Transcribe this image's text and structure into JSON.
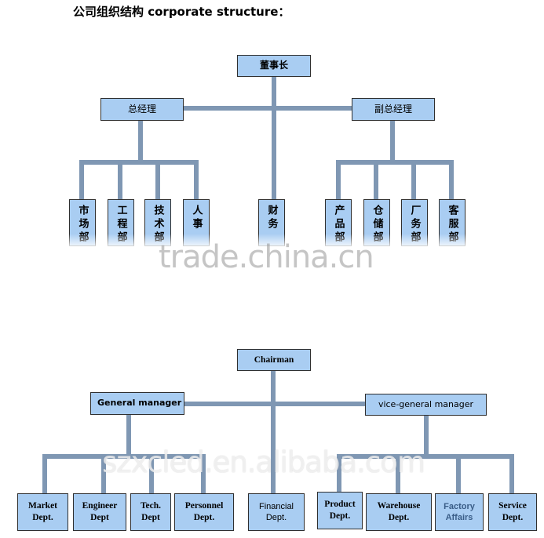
{
  "title": "公司组织结构 corporate structure：",
  "cn": {
    "chairman": "董事长",
    "general_manager": "总经理",
    "vice_general_manager": "副总经理",
    "departments": [
      "市场部",
      "工程部",
      "技术部",
      "人事",
      "财务",
      "产品部",
      "仓储部",
      "厂务部",
      "客服部"
    ]
  },
  "en": {
    "chairman": "Chairman",
    "general_manager": "General manager",
    "vice_general_manager": "vice-general manager",
    "departments": [
      "Market Dept.",
      "Engineer Dept",
      "Tech. Dept",
      "Personnel Dept.",
      "Financial Dept.",
      "Product Dept.",
      "Warehouse Dept.",
      "Factory Affairs",
      "Service Dept."
    ]
  },
  "watermarks": [
    "trade.china.cn",
    "szxcled.en.alibaba.com"
  ],
  "colors": {
    "box_fill": "#a9cdf2",
    "connector": "#7f97b3",
    "border": "#2f2f2f"
  }
}
